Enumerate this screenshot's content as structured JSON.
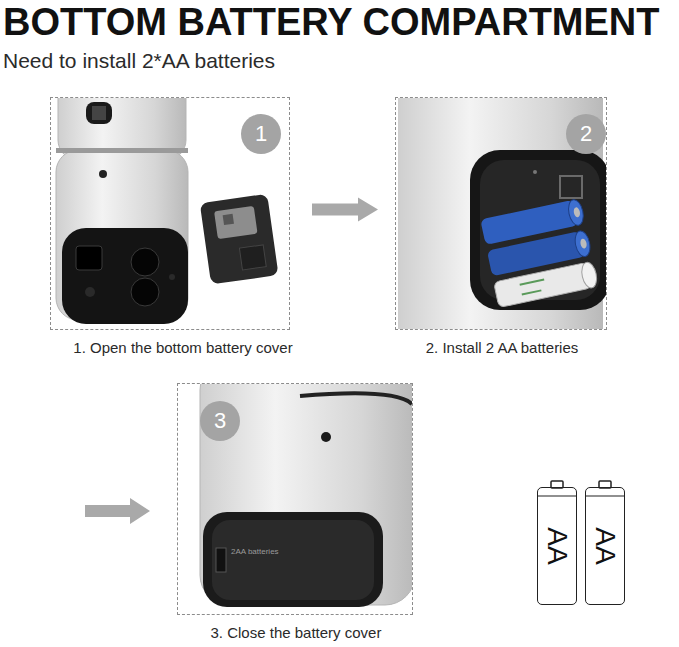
{
  "diagram": {
    "title": "BOTTOM BATTERY COMPARTMENT",
    "nodes": [
      {
        "text": [
          "1. Open the bottom battery cover"
        ]
      },
      {
        "text": [
          "1"
        ],
        "in": 0
      },
      {
        "text": [
          "2. Install 2 AA batteries"
        ]
      },
      {
        "text": [
          "2"
        ],
        "in": 2
      },
      {
        "text": [
          "3. Close the battery cover"
        ]
      },
      {
        "text": [
          "3"
        ],
        "in": 4
      },
      {
        "text": [
          "AA"
        ]
      },
      {
        "text": [
          "AA"
        ]
      }
    ],
    "edges": [
      {
        "from": 0,
        "to": 2,
        "arrow": "to"
      }
    ],
    "labels": [
      "Need to install 2*AA batteries",
      "2AA batteries"
    ]
  }
}
